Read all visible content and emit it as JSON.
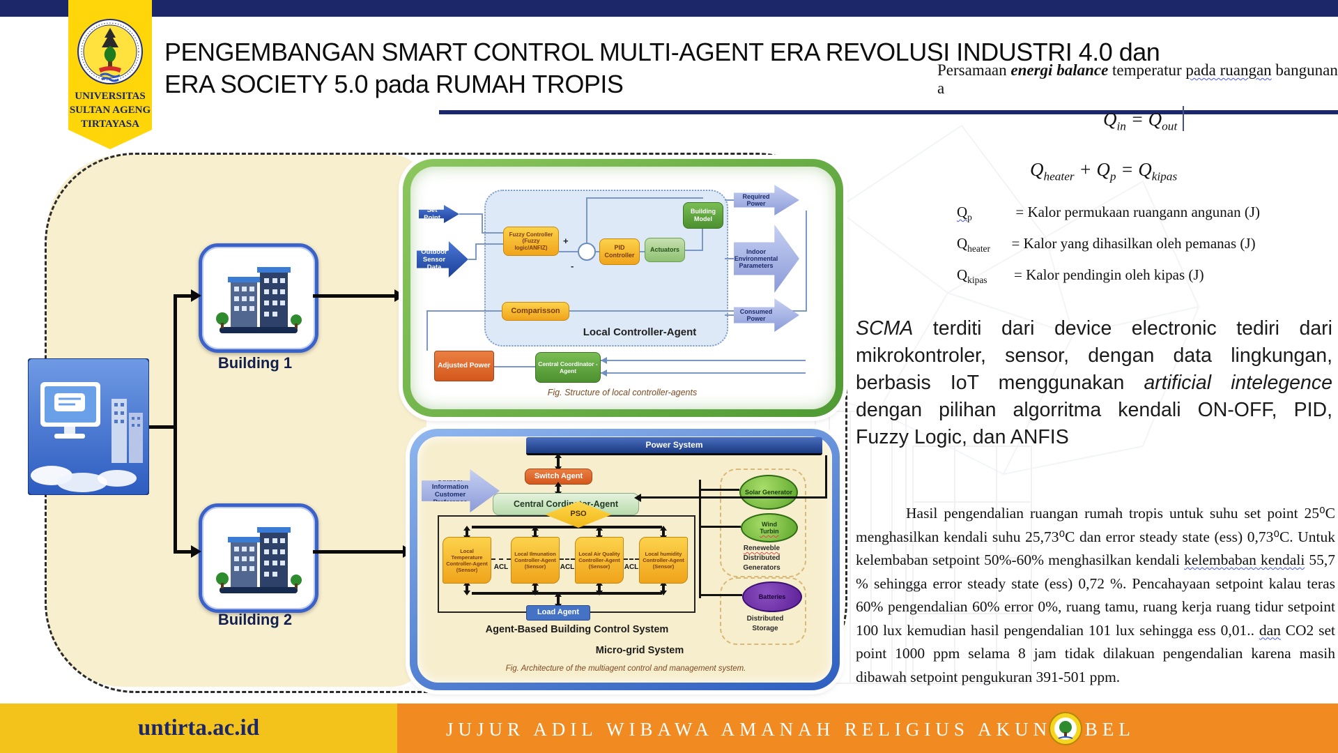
{
  "colors": {
    "navy": "#1b2768",
    "gold": "#f3c21b",
    "orange": "#f18a21",
    "green": "#5aa339",
    "blue": "#2e5fc0",
    "cream": "#f8efcf"
  },
  "slide": {
    "title_line1": "PENGEMBANGAN SMART  CONTROL MULTI-AGENT ERA REVOLUSI INDUSTRI 4.0 dan",
    "title_line2": "ERA SOCIETY 5.0  pada RUMAH TROPIS",
    "logo": {
      "line1": "UNIVERSITAS",
      "line2": "SULTAN AGENG",
      "line3": "TIRTAYASA"
    },
    "footer": {
      "site": "untirta.ac.id",
      "motto": "JUJUR ADIL WIBAWA AMANAH RELIGIUS AKUNTABEL"
    }
  },
  "left": {
    "building1": "Building 1",
    "building2": "Building 2"
  },
  "green_diagram": {
    "set_point": "Set Point",
    "outdoor": "Outdoor Sensor Data",
    "fuzzy": "Fuzzy Controller (Fuzzy logic/ANFIZ)",
    "plus": "+",
    "minus": "-",
    "pid": "PID Controller",
    "actuators": "Actuators",
    "building_model": "Building Model",
    "comparisson": "Comparisson",
    "panel_label": "Local Controller-Agent",
    "adjusted": "Adjusted Power",
    "central": "Central Coordinator -Agent",
    "req_power": "Required Power",
    "indoor": "Indoor Environmental Parameters",
    "consumed": "Consumed Power",
    "caption": "Fig. Structure of local controller-agents"
  },
  "blue_diagram": {
    "power_system": "Power System",
    "switch_agent": "Switch Agent",
    "outdoor": "Outdoor Information Customer Preference",
    "central": "Central Cordinator-Agent",
    "pso": "PSO",
    "agents": [
      "Local Temperature Controller-Agent (Sensor)",
      "Local Ilmunation Controller-Agent (Sensor)",
      "Local Air Quality Controller-Agent (Sensor)",
      "Local humidity Controller-Agent (Sensor)"
    ],
    "acl": "ACL",
    "load_agent": "Load Agent",
    "solar": "Solar Generator",
    "wind1": "Wind",
    "wind2": "Turbin",
    "ren1": "Reneweble",
    "ren2": "Distributed",
    "ren3": "Generators",
    "batteries": "Batteries",
    "st1": "Distributed",
    "st2": "Storage",
    "label1": "Agent-Based Building  Control System",
    "label2": "Micro-grid System",
    "caption": "Fig. Architecture of the multiagent control and management system."
  },
  "right": {
    "intro_1": "Persamaan ",
    "intro_em": "energi balance",
    "intro_2": " temperatur ",
    "intro_sq": "pada  ruangan",
    "intro_3": " bangunan a",
    "eq1": {
      "a": "Q",
      "a_sub": "in",
      "op": " = ",
      "b": "Q",
      "b_sub": "out"
    },
    "eq2": {
      "a": "Q",
      "a_sub": "heater",
      "plus": " + ",
      "b": "Q",
      "b_sub": "p",
      "eq": " = ",
      "c": "Q",
      "c_sub": "kipas"
    },
    "defs": [
      {
        "sym": "Q",
        "sub": "p",
        "text": "= Kalor permukaan ruangann angunan (J)"
      },
      {
        "sym": "Q",
        "sub": "heater",
        "text": "= Kalor yang dihasilkan oleh pemanas (J)"
      },
      {
        "sym": "Q",
        "sub": "kipas",
        "text": "= Kalor pendingin oleh kipas (J)"
      }
    ],
    "scma": {
      "p1": "SCMA",
      "p2": " terditi dari device electronic tediri dari mikrokontroler, sensor, dengan data lingkungan, berbasis IoT menggunakan ",
      "p3": "artificial intelegence",
      "p4": " dengan pilihan algorritma kendali ON-OFF, PID, Fuzzy Logic, dan ANFIS"
    },
    "hasil": {
      "p1": "Hasil pengendalian ruangan rumah tropis untuk suhu set point 25⁰C menghasilkan kendali suhu 25,73⁰C dan error steady state (ess) 0,73⁰C. Untuk kelembaban setpoint 50%-60% menghasilkan kendali ",
      "sq1": "kelembaban  kendali",
      "p2": " 55,7  % sehingga error steady state (ess) 0,72 %. Pencahayaan setpoint kalau teras 60% pengendalian 60% error 0%, ruang tamu, ruang kerja ruang tidur setpoint 100 lux kemudian hasil pengendalian 101 lux sehingga ess 0,01.. ",
      "sq2": "dan",
      "p3": " CO2 set point 1000 ppm selama 8 jam tidak dilakuan pengendalian karena masih dibawah setpoint pengukuran 391-501 ppm."
    }
  }
}
